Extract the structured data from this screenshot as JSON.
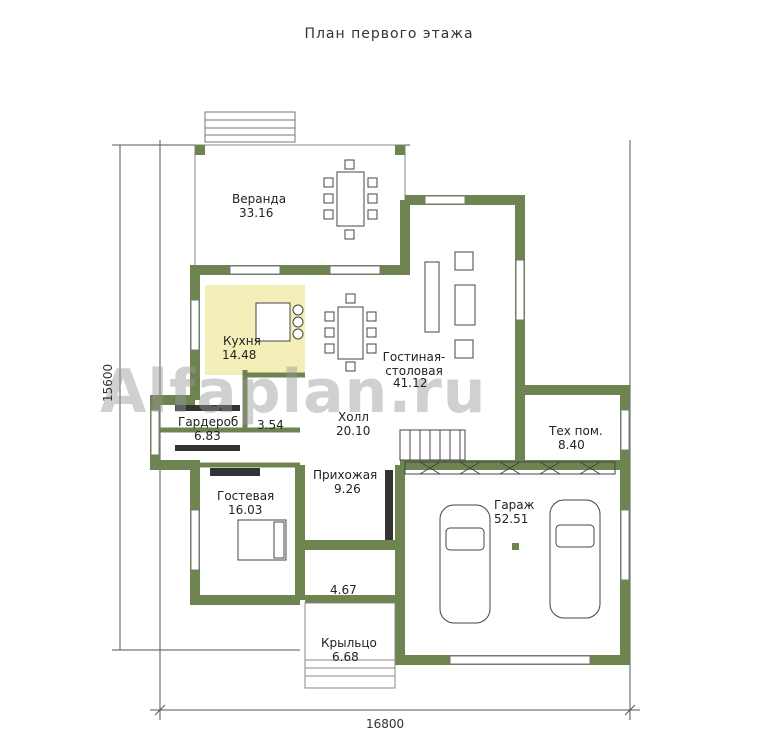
{
  "title": "План первого этажа",
  "watermark": "Alfaplan.ru",
  "dimensions": {
    "width": "16800",
    "height": "15600"
  },
  "rooms": {
    "veranda": {
      "name": "Веранда",
      "area": "33.16"
    },
    "kitchen": {
      "name": "Кухня",
      "area": "14.48"
    },
    "living": {
      "name": "Гостиная-столовая",
      "area": "41.12"
    },
    "wardrobe": {
      "name": "Гардероб",
      "area": "6.83"
    },
    "bath": {
      "name": "",
      "area": "3.54"
    },
    "hall": {
      "name": "Холл",
      "area": "20.10"
    },
    "tech": {
      "name": "Тех пом.",
      "area": "8.40"
    },
    "entrance": {
      "name": "Прихожая",
      "area": "9.26"
    },
    "guest": {
      "name": "Гостевая",
      "area": "16.03"
    },
    "garage": {
      "name": "Гараж",
      "area": "52.51"
    },
    "vestibule": {
      "name": "",
      "area": "4.67"
    },
    "porch": {
      "name": "Крыльцо",
      "area": "6.68"
    }
  },
  "colors": {
    "wall": "#6e8450",
    "kitchen": "#f4efb8",
    "floor": "#ffffff"
  }
}
